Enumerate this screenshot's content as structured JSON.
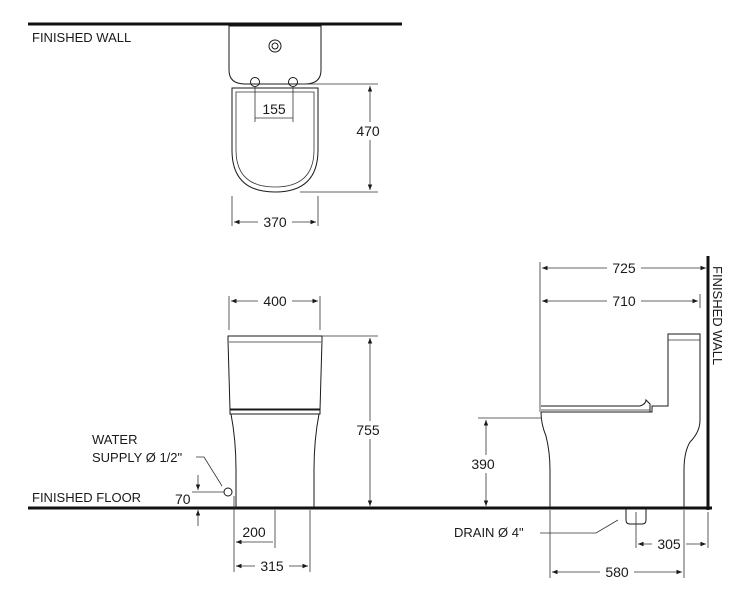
{
  "labels": {
    "finished_wall_top": "FINISHED WALL",
    "finished_wall_side": "FINISHED WALL",
    "finished_floor": "FINISHED FLOOR",
    "water_supply_line1": "WATER",
    "water_supply_line2": "SUPPLY Ø 1/2\"",
    "drain": "DRAIN Ø 4\""
  },
  "dimensions": {
    "d155": "155",
    "d470": "470",
    "d370": "370",
    "d400": "400",
    "d755": "755",
    "d70": "70",
    "d200": "200",
    "d315": "315",
    "d725": "725",
    "d710": "710",
    "d390": "390",
    "d305": "305",
    "d580": "580"
  }
}
